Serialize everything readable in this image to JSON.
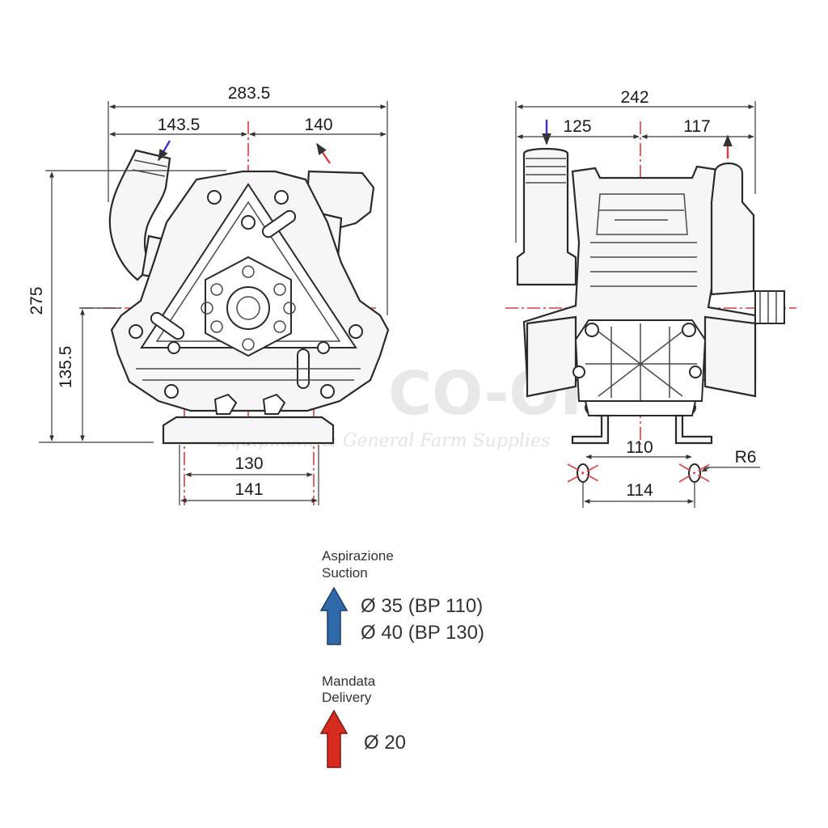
{
  "colors": {
    "suction_arrow": "#2f69a9",
    "delivery_arrow": "#d62b1e",
    "suction_marker": "#3b2fe0",
    "delivery_marker": "#e23b3b",
    "centerline": "#e23b3b"
  },
  "front_view": {
    "overall_width": "283.5",
    "left_width": "143.5",
    "right_width": "140",
    "overall_height": "275",
    "axis_height": "135.5",
    "base_inner": "130",
    "base_outer": "141"
  },
  "side_view": {
    "overall_width": "242",
    "left_width": "125",
    "right_width": "117",
    "hole_inner": "110",
    "hole_outer": "114",
    "slot_radius": "R6"
  },
  "legend": {
    "suction": {
      "label_it": "Aspirazione",
      "label_en": "Suction",
      "size_1": "Ø 35 (BP 110)",
      "size_2": "Ø 40 (BP 130)",
      "icon": "arrow-up-icon"
    },
    "delivery": {
      "label_it": "Mandata",
      "label_en": "Delivery",
      "size_1": "Ø 20",
      "icon": "arrow-up-icon"
    }
  },
  "watermark": {
    "brand": "CO-OP",
    "tagline": "Equipment & General Farm Supplies"
  }
}
